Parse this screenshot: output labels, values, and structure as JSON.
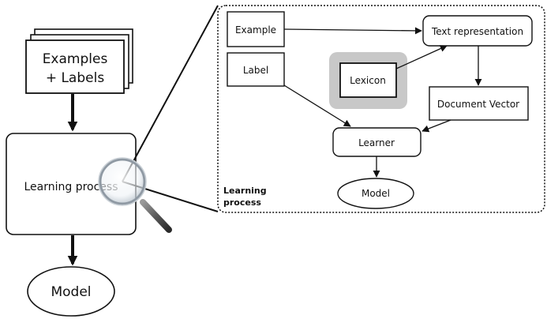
{
  "left": {
    "examples_line1": "Examples",
    "examples_line2": "+ Labels",
    "process": "Learning process",
    "model": "Model"
  },
  "detail": {
    "example": "Example",
    "label": "Label",
    "text_representation": "Text representation",
    "lexicon": "Lexicon",
    "document_vector": "Document Vector",
    "learner": "Learner",
    "model": "Model",
    "caption_line1": "Learning",
    "caption_line2": "process"
  },
  "colors": {
    "lexicon_highlight": "#c8c8c8",
    "stroke": "#111111",
    "fill": "#ffffff"
  }
}
